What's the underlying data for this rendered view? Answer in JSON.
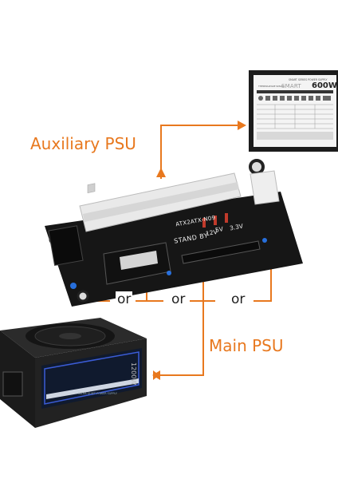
{
  "labels": {
    "auxiliary": "Auxiliary PSU",
    "main": "Main PSU",
    "or_1": "or",
    "or_2": "or",
    "or_3": "or"
  },
  "aux_psu": {
    "series": "SMART SERIES POWER SUPPLY",
    "manufacturer": "THERMALTAKE SMART",
    "brand": "SMART",
    "wattage": "600W"
  },
  "main_psu": {
    "wattage": "1200W",
    "series": "ULTRA QUIET POWER SUPPLY"
  },
  "board": {
    "model": "ATX2ATX-N09",
    "standby": "STAND BY",
    "v12": "12V",
    "v5": "5V",
    "v33": "3.3V"
  },
  "colors": {
    "accent": "#e8781e",
    "board": "#1a1a1a",
    "led": "#2a7fff"
  }
}
